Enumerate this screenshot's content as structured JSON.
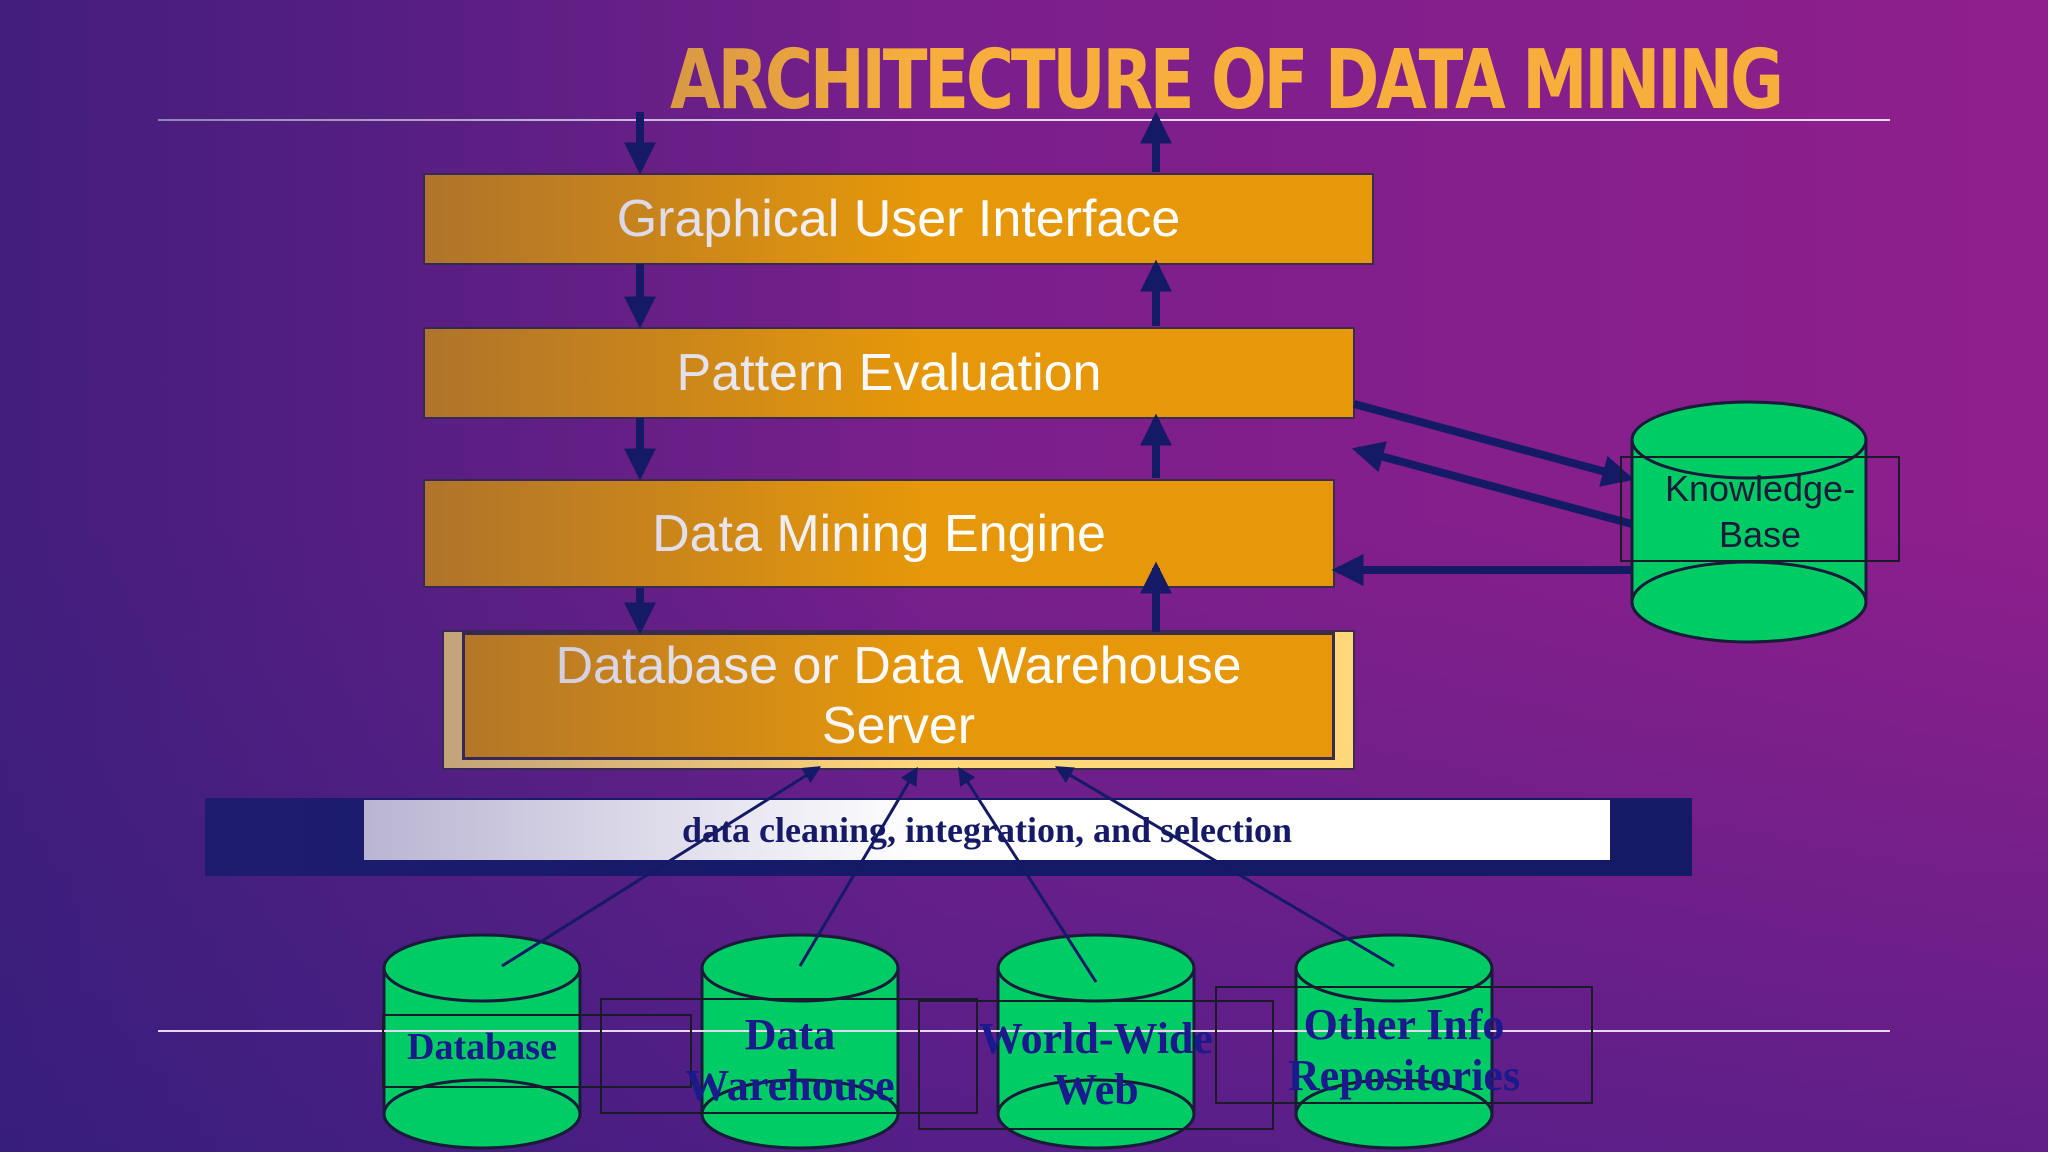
{
  "slide": {
    "title": "ARCHITECTURE OF DATA MINING"
  },
  "layers": {
    "gui": "Graphical User Interface",
    "pattern_evaluation": "Pattern Evaluation",
    "mining_engine": "Data Mining Engine",
    "server_line1": "Database or Data Warehouse",
    "server_line2": "Server"
  },
  "preprocessing": {
    "label": "data cleaning, integration, and selection"
  },
  "knowledge_base": {
    "line1": "Knowledge-",
    "line2": "Base"
  },
  "sources": [
    {
      "line1": "Database",
      "line2": ""
    },
    {
      "line1": "Data",
      "line2": "Warehouse"
    },
    {
      "line1": "World-Wide",
      "line2": "Web"
    },
    {
      "line1": "Other Info",
      "line2": "Repositories"
    }
  ],
  "colors": {
    "layer_fill": "#e6980a",
    "title": "#f7ae3c",
    "cylinder_fill": "#00cc66",
    "arrow": "#141a66",
    "band": "#141a66"
  }
}
